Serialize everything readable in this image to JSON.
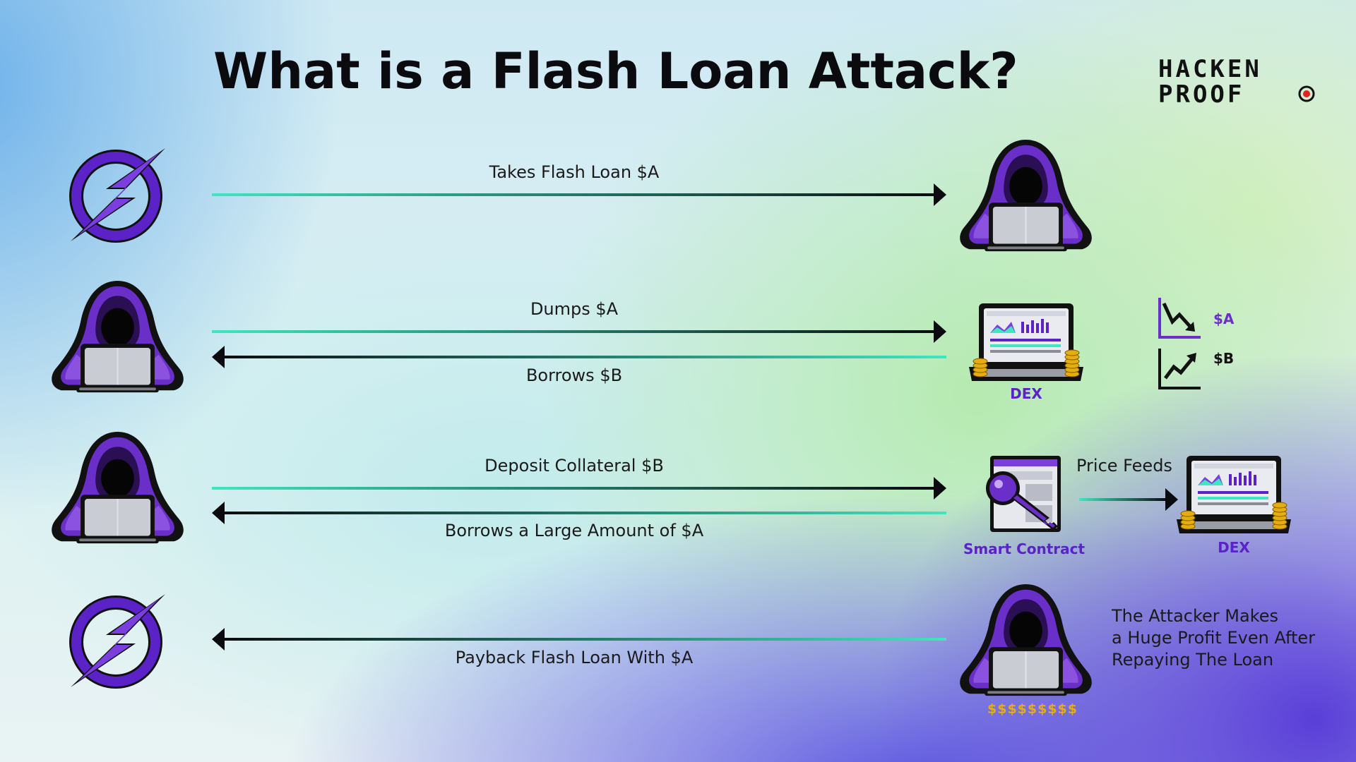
{
  "title": "What is a Flash Loan Attack?",
  "logo": {
    "line1": "HACKEN",
    "line2": "PROOF"
  },
  "colors": {
    "purple": "#5b22c8",
    "teal": "#3fe6c0",
    "gold": "#e6ad10",
    "dark": "#0b0b0f"
  },
  "steps": [
    {
      "label": "Takes Flash Loan $A"
    },
    {
      "label_top": "Dumps $A",
      "label_bottom": "Borrows $B",
      "node": "DEX",
      "trends": [
        "$A",
        "$B"
      ]
    },
    {
      "label_top": "Deposit Collateral $B",
      "label_bottom": "Borrows a Large Amount of $A",
      "node": "Smart Contract",
      "feed_label": "Price Feeds",
      "feed_node": "DEX"
    },
    {
      "label": "Payback Flash Loan With $A",
      "money": "$$$$$$$$$",
      "outcome": [
        "The Attacker Makes",
        "a Huge Profit Even After",
        "Repaying The Loan"
      ]
    }
  ],
  "icons": [
    "flash-loan-icon",
    "hacker-icon",
    "dex-laptop-icon",
    "smart-contract-icon",
    "trend-down-icon",
    "trend-up-icon"
  ]
}
